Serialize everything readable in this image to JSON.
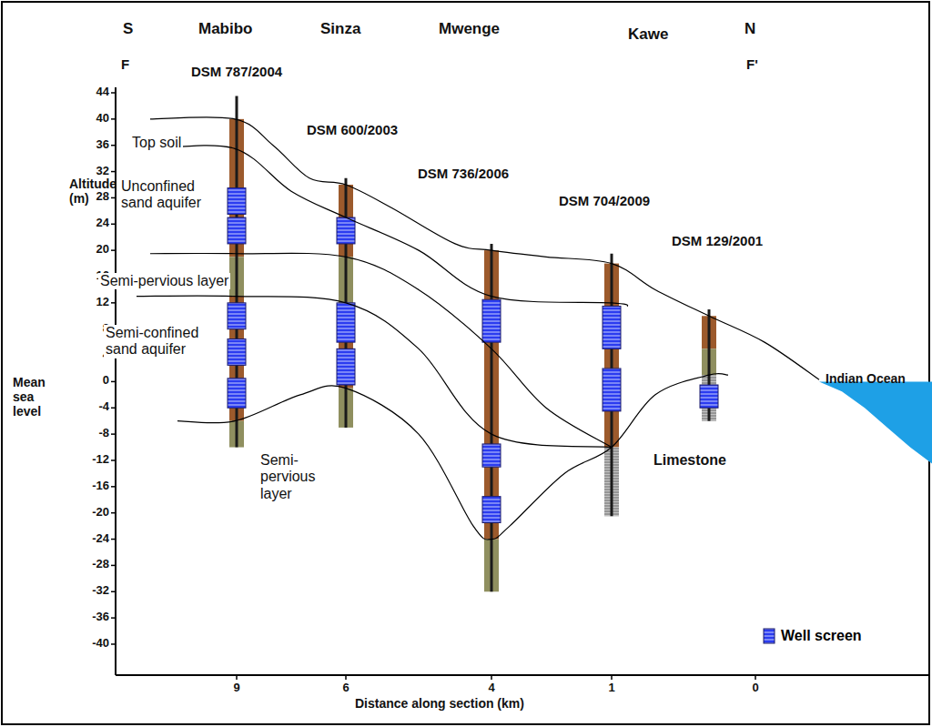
{
  "diagram": {
    "labels": [
      "S",
      "Mabibo",
      "Sinza",
      "Mwenge",
      "Kawe",
      "N",
      "F",
      "DSM 787/2004",
      "F'",
      "DSM 600/2003",
      "DSM 736/2006",
      "DSM 704/2009",
      "DSM 129/2001",
      "44",
      "40",
      "36",
      "32",
      "28",
      "24",
      "20",
      "16",
      "12",
      "8",
      "4",
      "0",
      "-4",
      "-8",
      "-12",
      "-16",
      "-20",
      "-24",
      "-28",
      "-32",
      "-36",
      "-40",
      "Altitude (m)",
      "Mean sea level",
      "Top soil",
      "Unconfined sand aquifer",
      "Semi-pervious layer",
      "Semi-confined sand aquifer",
      "Semi-pervious layer",
      "Limestone",
      "Indian Ocean",
      "9",
      "6",
      "4",
      "1",
      "0",
      "Distance along section (km)"
    ],
    "legend": [
      {
        "text": "Well screen"
      }
    ]
  }
}
